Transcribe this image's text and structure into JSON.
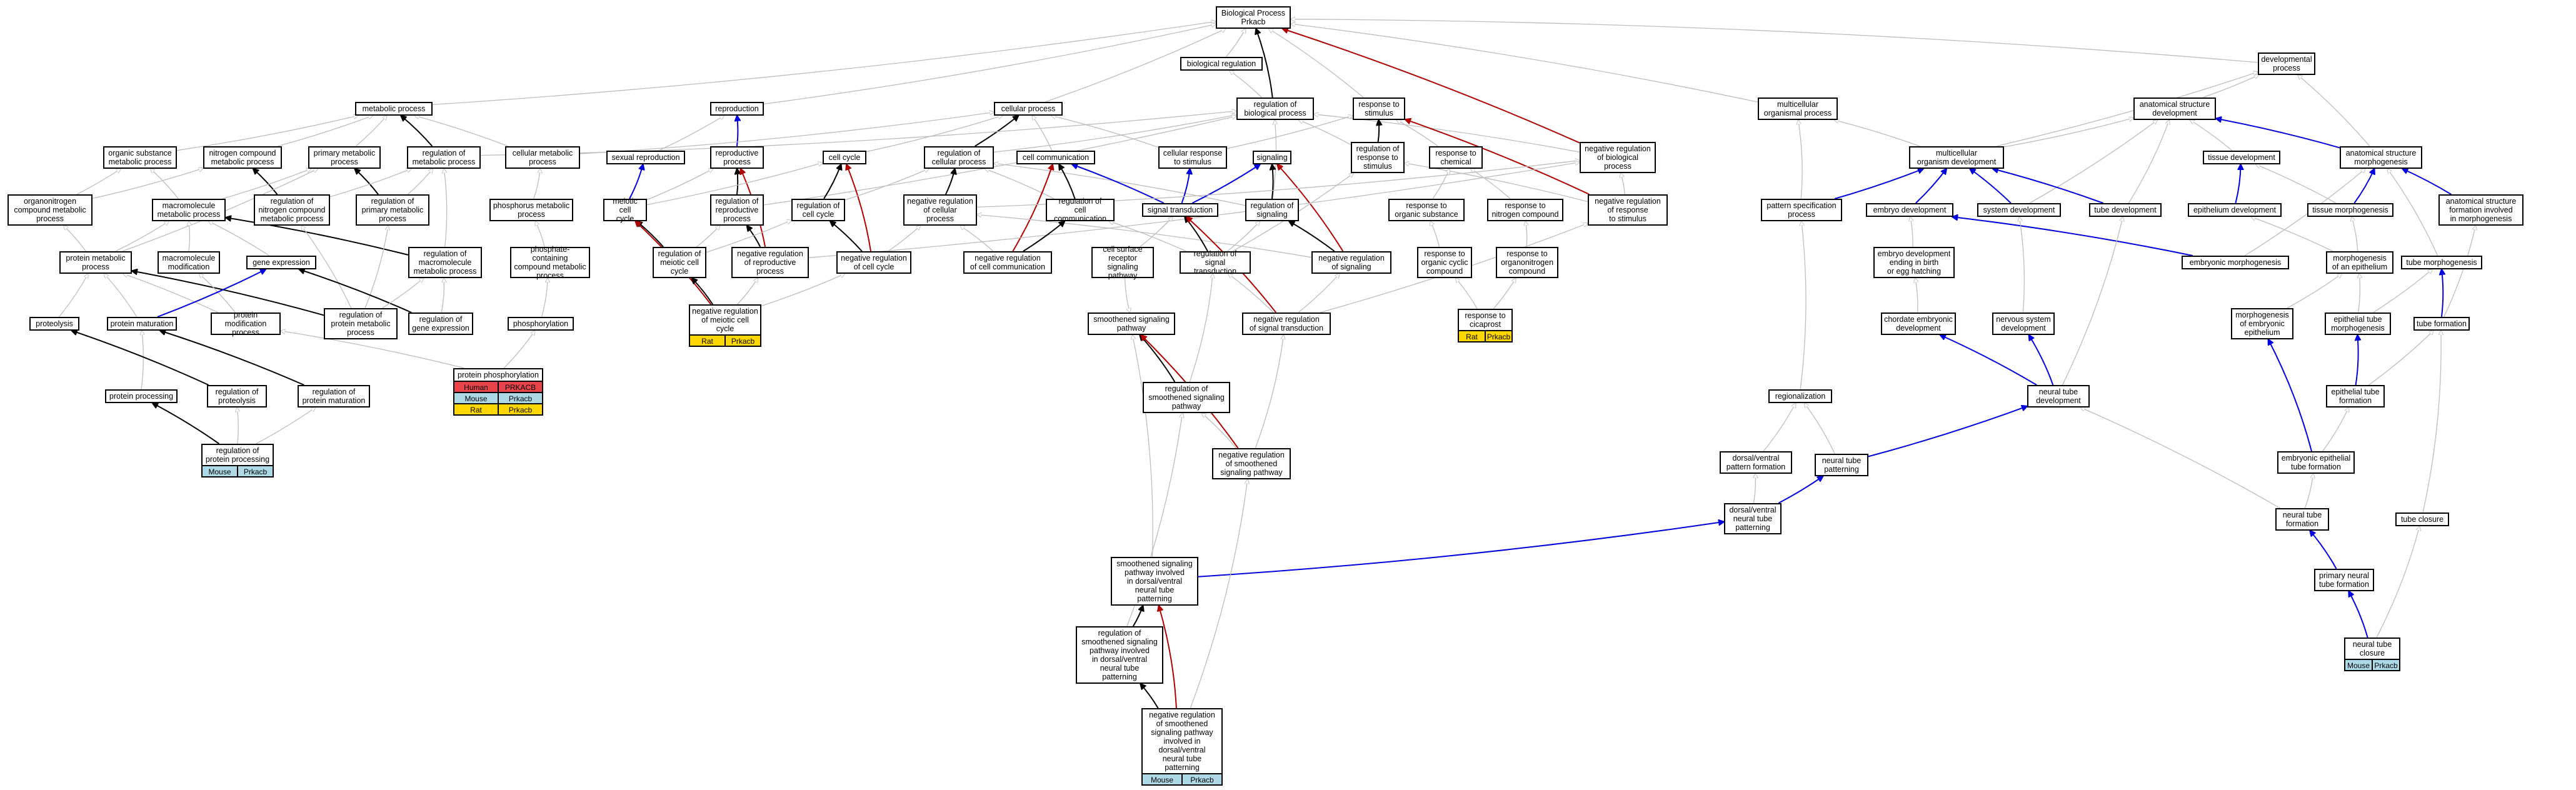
{
  "colors": {
    "gray": "#bdbdbd",
    "black": "#000000",
    "blue": "#0000dd",
    "red": "#b00000",
    "mouse": "#add8e6",
    "rat": "#ffd700",
    "human": "#e8444a"
  },
  "nodes": {
    "root": {
      "label": "Biological Process\nPrkacb"
    },
    "bioreg": {
      "label": "biological regulation"
    },
    "devproc": {
      "label": "developmental\nprocess"
    },
    "metab": {
      "label": "metabolic process"
    },
    "reprod": {
      "label": "reproduction"
    },
    "cellproc": {
      "label": "cellular process"
    },
    "regbio": {
      "label": "regulation of\nbiological process"
    },
    "respstim": {
      "label": "response to\nstimulus"
    },
    "multorg": {
      "label": "multicellular\norganismal process"
    },
    "anatdev": {
      "label": "anatomical structure\ndevelopment"
    },
    "orgsub": {
      "label": "organic substance\nmetabolic process"
    },
    "nitro": {
      "label": "nitrogen compound\nmetabolic process"
    },
    "primmet": {
      "label": "primary metabolic\nprocess"
    },
    "regmet": {
      "label": "regulation of\nmetabolic process"
    },
    "cellmet": {
      "label": "cellular metabolic\nprocess"
    },
    "sexrep": {
      "label": "sexual reproduction"
    },
    "repproc": {
      "label": "reproductive\nprocess"
    },
    "cellcycle": {
      "label": "cell cycle"
    },
    "regcellproc": {
      "label": "regulation of\ncellular process"
    },
    "cellcomm": {
      "label": "cell communication"
    },
    "cellresp": {
      "label": "cellular response\nto stimulus"
    },
    "signaling": {
      "label": "signaling"
    },
    "regrespstim": {
      "label": "regulation of\nresponse to\nstimulus"
    },
    "respchem": {
      "label": "response to\nchemical"
    },
    "negregbio": {
      "label": "negative regulation\nof biological\nprocess"
    },
    "multdev": {
      "label": "multicellular\norganism development"
    },
    "tissuedev": {
      "label": "tissue development"
    },
    "anatmorph": {
      "label": "anatomical structure\nmorphogenesis"
    },
    "orgnitro": {
      "label": "organonitrogen\ncompound metabolic\nprocess"
    },
    "macromet": {
      "label": "macromolecule\nmetabolic process"
    },
    "regnitro": {
      "label": "regulation of\nnitrogen compound\nmetabolic process"
    },
    "regprimmet": {
      "label": "regulation of\nprimary metabolic\nprocess"
    },
    "phosmet": {
      "label": "phosphorus metabolic\nprocess"
    },
    "meiotic": {
      "label": "meiotic cell\ncycle"
    },
    "regrepproc": {
      "label": "regulation of\nreproductive\nprocess"
    },
    "regcellcycle": {
      "label": "regulation of\ncell cycle"
    },
    "negregcellproc": {
      "label": "negative regulation\nof cellular\nprocess"
    },
    "regcellcomm": {
      "label": "regulation of\ncell communication"
    },
    "sigtrans": {
      "label": "signal transduction"
    },
    "regsig": {
      "label": "regulation of\nsignaling"
    },
    "resporgsub": {
      "label": "response to\norganic substance"
    },
    "respnitro": {
      "label": "response to\nnitrogen compound"
    },
    "negregresp": {
      "label": "negative regulation\nof response\nto stimulus"
    },
    "patspec": {
      "label": "pattern specification\nprocess"
    },
    "embdev": {
      "label": "embryo development"
    },
    "sysdev": {
      "label": "system development"
    },
    "tubedev": {
      "label": "tube development"
    },
    "epidev": {
      "label": "epithelium development"
    },
    "tissuemorph": {
      "label": "tissue morphogenesis"
    },
    "anatform": {
      "label": "anatomical structure\nformation involved\nin morphogenesis"
    },
    "protmet": {
      "label": "protein metabolic\nprocess"
    },
    "macromod": {
      "label": "macromolecule\nmodification"
    },
    "geneexp": {
      "label": "gene expression"
    },
    "regmacro": {
      "label": "regulation of\nmacromolecule\nmetabolic process"
    },
    "phoscont": {
      "label": "phosphate-containing\ncompound metabolic\nprocess"
    },
    "regmeiotic": {
      "label": "regulation of\nmeiotic cell\ncycle"
    },
    "negregrep": {
      "label": "negative regulation\nof reproductive\nprocess"
    },
    "negregcc": {
      "label": "negative regulation\nof cell cycle"
    },
    "negregcellcomm": {
      "label": "negative regulation\nof cell communication"
    },
    "cellsurf": {
      "label": "cell surface\nreceptor signaling\npathway"
    },
    "regsigtrans": {
      "label": "regulation of\nsignal transduction"
    },
    "negregsig": {
      "label": "negative regulation\nof signaling"
    },
    "respoc": {
      "label": "response to\norganic cyclic\ncompound"
    },
    "resporgnit": {
      "label": "response to\norganonitrogen\ncompound"
    },
    "embend": {
      "label": "embryo development\nending in birth\nor egg hatching"
    },
    "embmorph": {
      "label": "embryonic morphogenesis"
    },
    "morphepi": {
      "label": "morphogenesis\nof an epithelium"
    },
    "tubemorph": {
      "label": "tube morphogenesis"
    },
    "proteolysis": {
      "label": "proteolysis"
    },
    "protmat": {
      "label": "protein maturation"
    },
    "protmod": {
      "label": "protein modification\nprocess"
    },
    "regprotmet": {
      "label": "regulation of\nprotein metabolic\nprocess"
    },
    "reggeneexp": {
      "label": "regulation of\ngene expression"
    },
    "phosphorylation": {
      "label": "phosphorylation"
    },
    "negregmeiotic": {
      "label": "negative regulation\nof meiotic cell\ncycle"
    },
    "respcic": {
      "label": "response to\ncicaprost"
    },
    "smoothsig": {
      "label": "smoothened signaling\npathway"
    },
    "negregsigtrans": {
      "label": "negative regulation\nof signal transduction"
    },
    "chordate": {
      "label": "chordate embryonic\ndevelopment"
    },
    "nervous": {
      "label": "nervous system\ndevelopment"
    },
    "morphemb": {
      "label": "morphogenesis\nof embryonic\nepithelium"
    },
    "epitubemorph": {
      "label": "epithelial tube\nmorphogenesis"
    },
    "tubeform": {
      "label": "tube formation"
    },
    "protproc": {
      "label": "protein processing"
    },
    "regproteo": {
      "label": "regulation of\nproteolysis"
    },
    "regprotmat": {
      "label": "regulation of\nprotein maturation"
    },
    "protphos": {
      "label": "protein phosphorylation"
    },
    "regsmooth": {
      "label": "regulation of\nsmoothened signaling\npathway"
    },
    "neuraltubedev": {
      "label": "neural tube\ndevelopment"
    },
    "epitubeform": {
      "label": "epithelial tube\nformation"
    },
    "regionalization": {
      "label": "regionalization"
    },
    "regprotproc": {
      "label": "regulation of\nprotein processing"
    },
    "negregsmooth": {
      "label": "negative regulation\nof smoothened\nsignaling pathway"
    },
    "dvpattern": {
      "label": "dorsal/ventral\npattern formation"
    },
    "ntpattern": {
      "label": "neural tube\npatterning"
    },
    "embepitube": {
      "label": "embryonic epithelial\ntube formation"
    },
    "dvntpattern": {
      "label": "dorsal/ventral\nneural tube\npatterning"
    },
    "ntform": {
      "label": "neural tube\nformation"
    },
    "tubeclosure": {
      "label": "tube closure"
    },
    "smoothdv": {
      "label": "smoothened signaling\npathway involved\nin dorsal/ventral\nneural tube\npatterning"
    },
    "primneural": {
      "label": "primary neural\ntube formation"
    },
    "regsmoothdv": {
      "label": "regulation of\nsmoothened signaling\npathway involved\nin dorsal/ventral\nneural tube\npatterning"
    },
    "ntclosure": {
      "label": "neural tube\nclosure"
    },
    "negregsmoothdv": {
      "label": "negative regulation\nof smoothened\nsignaling pathway\ninvolved in\ndorsal/ventral\nneural tube\npatterning"
    }
  },
  "badges": {
    "negregmeiotic": [
      {
        "sp": "Rat",
        "gene": "Prkacb"
      }
    ],
    "respcic": [
      {
        "sp": "Rat",
        "gene": "Prkacb"
      }
    ],
    "regprotproc": [
      {
        "sp": "Mouse",
        "gene": "Prkacb"
      }
    ],
    "protphos": [
      {
        "sp": "Human",
        "gene": "PRKACB"
      },
      {
        "sp": "Mouse",
        "gene": "Prkacb"
      },
      {
        "sp": "Rat",
        "gene": "Prkacb"
      }
    ],
    "negregsmoothdv": [
      {
        "sp": "Mouse",
        "gene": "Prkacb"
      }
    ],
    "ntclosure": [
      {
        "sp": "Mouse",
        "gene": "Prkacb"
      }
    ]
  },
  "edges": [
    [
      "bioreg",
      "root",
      "g"
    ],
    [
      "devproc",
      "root",
      "g"
    ],
    [
      "metab",
      "root",
      "g"
    ],
    [
      "reprod",
      "root",
      "g"
    ],
    [
      "cellproc",
      "root",
      "g"
    ],
    [
      "regbio",
      "root",
      "k"
    ],
    [
      "respstim",
      "root",
      "g"
    ],
    [
      "multorg",
      "root",
      "g"
    ],
    [
      "negregbio",
      "root",
      "r"
    ],
    [
      "regbio",
      "bioreg",
      "g"
    ],
    [
      "anatdev",
      "devproc",
      "g"
    ],
    [
      "multdev",
      "devproc",
      "g"
    ],
    [
      "anatmorph",
      "devproc",
      "g"
    ],
    [
      "orgsub",
      "metab",
      "g"
    ],
    [
      "nitro",
      "metab",
      "g"
    ],
    [
      "primmet",
      "metab",
      "g"
    ],
    [
      "regmet",
      "metab",
      "k"
    ],
    [
      "cellmet",
      "metab",
      "g"
    ],
    [
      "sexrep",
      "reprod",
      "g"
    ],
    [
      "repproc",
      "reprod",
      "b"
    ],
    [
      "cellcycle",
      "cellproc",
      "g"
    ],
    [
      "regcellproc",
      "cellproc",
      "k"
    ],
    [
      "cellcomm",
      "cellproc",
      "g"
    ],
    [
      "cellresp",
      "cellproc",
      "g"
    ],
    [
      "cellmet",
      "cellproc",
      "g"
    ],
    [
      "regmet",
      "regbio",
      "g"
    ],
    [
      "regcellproc",
      "regbio",
      "g"
    ],
    [
      "regsig",
      "regbio",
      "g"
    ],
    [
      "regrespstim",
      "regbio",
      "g"
    ],
    [
      "negregbio",
      "regbio",
      "g"
    ],
    [
      "regrepproc",
      "regbio",
      "g"
    ],
    [
      "cellresp",
      "respstim",
      "g"
    ],
    [
      "regrespstim",
      "respstim",
      "k"
    ],
    [
      "respchem",
      "respstim",
      "g"
    ],
    [
      "negregresp",
      "respstim",
      "r"
    ],
    [
      "multdev",
      "multorg",
      "g"
    ],
    [
      "patspec",
      "multorg",
      "g"
    ],
    [
      "multdev",
      "anatdev",
      "g"
    ],
    [
      "tissuedev",
      "anatdev",
      "g"
    ],
    [
      "anatmorph",
      "anatdev",
      "b"
    ],
    [
      "tubedev",
      "anatdev",
      "g"
    ],
    [
      "sysdev",
      "anatdev",
      "g"
    ],
    [
      "orgnitro",
      "orgsub",
      "g"
    ],
    [
      "macromet",
      "orgsub",
      "g"
    ],
    [
      "orgnitro",
      "nitro",
      "g"
    ],
    [
      "regnitro",
      "nitro",
      "k"
    ],
    [
      "protmet",
      "primmet",
      "g"
    ],
    [
      "regprimmet",
      "primmet",
      "k"
    ],
    [
      "macromet",
      "primmet",
      "g"
    ],
    [
      "regnitro",
      "regmet",
      "g"
    ],
    [
      "regprimmet",
      "regmet",
      "g"
    ],
    [
      "regmacro",
      "regmet",
      "g"
    ],
    [
      "phosmet",
      "cellmet",
      "g"
    ],
    [
      "meiotic",
      "sexrep",
      "b"
    ],
    [
      "meiotic",
      "repproc",
      "g"
    ],
    [
      "regrepproc",
      "repproc",
      "k"
    ],
    [
      "negregrep",
      "repproc",
      "r"
    ],
    [
      "meiotic",
      "cellcycle",
      "g"
    ],
    [
      "regcellcycle",
      "cellcycle",
      "k"
    ],
    [
      "negregcc",
      "cellcycle",
      "r"
    ],
    [
      "regcellcycle",
      "regcellproc",
      "g"
    ],
    [
      "negregcellproc",
      "regcellproc",
      "k"
    ],
    [
      "regcellcomm",
      "regcellproc",
      "g"
    ],
    [
      "regsig",
      "regcellproc",
      "g"
    ],
    [
      "sigtrans",
      "cellcomm",
      "b"
    ],
    [
      "regcellcomm",
      "cellcomm",
      "k"
    ],
    [
      "negregcellcomm",
      "cellcomm",
      "r"
    ],
    [
      "sigtrans",
      "cellresp",
      "b"
    ],
    [
      "sigtrans",
      "signaling",
      "b"
    ],
    [
      "regsig",
      "signaling",
      "k"
    ],
    [
      "negregsig",
      "signaling",
      "r"
    ],
    [
      "negregresp",
      "regrespstim",
      "g"
    ],
    [
      "regsigtrans",
      "regrespstim",
      "g"
    ],
    [
      "resporgsub",
      "respchem",
      "g"
    ],
    [
      "respnitro",
      "respchem",
      "g"
    ],
    [
      "negregcellproc",
      "negregbio",
      "g"
    ],
    [
      "negregresp",
      "negregbio",
      "g"
    ],
    [
      "negregrep",
      "negregbio",
      "g"
    ],
    [
      "embdev",
      "multdev",
      "b"
    ],
    [
      "sysdev",
      "multdev",
      "b"
    ],
    [
      "tubedev",
      "multdev",
      "b"
    ],
    [
      "patspec",
      "multdev",
      "b"
    ],
    [
      "epidev",
      "tissuedev",
      "b"
    ],
    [
      "tissuemorph",
      "tissuedev",
      "g"
    ],
    [
      "anatform",
      "anatmorph",
      "b"
    ],
    [
      "tissuemorph",
      "anatmorph",
      "b"
    ],
    [
      "embmorph",
      "anatmorph",
      "g"
    ],
    [
      "tubemorph",
      "anatmorph",
      "g"
    ],
    [
      "protmet",
      "orgnitro",
      "g"
    ],
    [
      "protmet",
      "macromet",
      "g"
    ],
    [
      "macromod",
      "macromet",
      "g"
    ],
    [
      "geneexp",
      "macromet",
      "g"
    ],
    [
      "regmacro",
      "macromet",
      "k"
    ],
    [
      "regprotmet",
      "regnitro",
      "g"
    ],
    [
      "regprotmet",
      "regprimmet",
      "g"
    ],
    [
      "phoscont",
      "phosmet",
      "g"
    ],
    [
      "regmeiotic",
      "meiotic",
      "k"
    ],
    [
      "negregmeiotic",
      "meiotic",
      "r"
    ],
    [
      "regmeiotic",
      "regrepproc",
      "g"
    ],
    [
      "negregrep",
      "regrepproc",
      "k"
    ],
    [
      "regmeiotic",
      "regcellcycle",
      "g"
    ],
    [
      "negregcc",
      "regcellcycle",
      "k"
    ],
    [
      "negregcc",
      "negregcellproc",
      "g"
    ],
    [
      "negregcellcomm",
      "negregcellproc",
      "g"
    ],
    [
      "negregsig",
      "negregcellproc",
      "g"
    ],
    [
      "negregcellcomm",
      "regcellcomm",
      "k"
    ],
    [
      "regsigtrans",
      "regcellcomm",
      "g"
    ],
    [
      "cellsurf",
      "sigtrans",
      "g"
    ],
    [
      "regsigtrans",
      "sigtrans",
      "k"
    ],
    [
      "negregsigtrans",
      "sigtrans",
      "r"
    ],
    [
      "regsigtrans",
      "regsig",
      "g"
    ],
    [
      "negregsig",
      "regsig",
      "k"
    ],
    [
      "respoc",
      "resporgsub",
      "g"
    ],
    [
      "resporgnit",
      "respnitro",
      "g"
    ],
    [
      "negregsigtrans",
      "negregresp",
      "g"
    ],
    [
      "regionalization",
      "patspec",
      "g"
    ],
    [
      "embend",
      "embdev",
      "g"
    ],
    [
      "embmorph",
      "embdev",
      "b"
    ],
    [
      "nervous",
      "sysdev",
      "g"
    ],
    [
      "neuraltubedev",
      "tubedev",
      "g"
    ],
    [
      "morphepi",
      "epidev",
      "g"
    ],
    [
      "morphepi",
      "tissuemorph",
      "g"
    ],
    [
      "tubeform",
      "anatform",
      "g"
    ],
    [
      "tubeform",
      "tubemorph",
      "b"
    ],
    [
      "protmat",
      "protmet",
      "g"
    ],
    [
      "proteolysis",
      "protmet",
      "g"
    ],
    [
      "protmod",
      "protmet",
      "g"
    ],
    [
      "regprotmet",
      "protmet",
      "k"
    ],
    [
      "protmod",
      "macromod",
      "g"
    ],
    [
      "reggeneexp",
      "geneexp",
      "k"
    ],
    [
      "protmat",
      "geneexp",
      "b"
    ],
    [
      "regprotmet",
      "regmacro",
      "g"
    ],
    [
      "reggeneexp",
      "regmacro",
      "g"
    ],
    [
      "phosphorylation",
      "phoscont",
      "g"
    ],
    [
      "negregmeiotic",
      "regmeiotic",
      "k"
    ],
    [
      "negregmeiotic",
      "negregrep",
      "g"
    ],
    [
      "negregmeiotic",
      "negregcc",
      "g"
    ],
    [
      "cellsurf",
      "smoothsig",
      "g"
    ],
    [
      "negregsigtrans",
      "regsigtrans",
      "g"
    ],
    [
      "negregsigtrans",
      "negregsig",
      "g"
    ],
    [
      "respcic",
      "respoc",
      "g"
    ],
    [
      "respcic",
      "resporgnit",
      "g"
    ],
    [
      "chordate",
      "embend",
      "g"
    ],
    [
      "morphemb",
      "morphepi",
      "g"
    ],
    [
      "epitubemorph",
      "morphepi",
      "g"
    ],
    [
      "epitubemorph",
      "tubemorph",
      "g"
    ],
    [
      "protproc",
      "protmat",
      "g"
    ],
    [
      "regprotmat",
      "protmat",
      "k"
    ],
    [
      "regproteo",
      "proteolysis",
      "k"
    ],
    [
      "protphos",
      "protmod",
      "g"
    ],
    [
      "protphos",
      "phosphorylation",
      "g"
    ],
    [
      "regsmooth",
      "smoothsig",
      "k"
    ],
    [
      "negregsmooth",
      "smoothsig",
      "r"
    ],
    [
      "neuraltubedev",
      "chordate",
      "b"
    ],
    [
      "neuraltubedev",
      "nervous",
      "b"
    ],
    [
      "embepitube",
      "morphemb",
      "b"
    ],
    [
      "epitubeform",
      "epitubemorph",
      "b"
    ],
    [
      "epitubeform",
      "tubeform",
      "g"
    ],
    [
      "regprotproc",
      "protproc",
      "k"
    ],
    [
      "regprotproc",
      "regproteo",
      "g"
    ],
    [
      "regprotproc",
      "regprotmat",
      "g"
    ],
    [
      "regsmooth",
      "regsigtrans",
      "g"
    ],
    [
      "negregsmooth",
      "negregsigtrans",
      "g"
    ],
    [
      "negregsmooth",
      "regsmooth",
      "g"
    ],
    [
      "ntpattern",
      "neuraltubedev",
      "b"
    ],
    [
      "ntform",
      "neuraltubedev",
      "g"
    ],
    [
      "dvpattern",
      "regionalization",
      "g"
    ],
    [
      "ntpattern",
      "regionalization",
      "g"
    ],
    [
      "embepitube",
      "epitubeform",
      "g"
    ],
    [
      "dvntpattern",
      "dvpattern",
      "g"
    ],
    [
      "dvntpattern",
      "ntpattern",
      "b"
    ],
    [
      "ntform",
      "embepitube",
      "g"
    ],
    [
      "primneural",
      "ntform",
      "b"
    ],
    [
      "smoothdv",
      "dvntpattern",
      "b"
    ],
    [
      "smoothdv",
      "smoothsig",
      "g"
    ],
    [
      "ntclosure",
      "primneural",
      "b"
    ],
    [
      "ntclosure",
      "tubeclosure",
      "g"
    ],
    [
      "regsmoothdv",
      "smoothdv",
      "k"
    ],
    [
      "regsmoothdv",
      "regsmooth",
      "g"
    ],
    [
      "negregsmoothdv",
      "regsmoothdv",
      "k"
    ],
    [
      "negregsmoothdv",
      "smoothdv",
      "r"
    ],
    [
      "negregsmoothdv",
      "negregsmooth",
      "g"
    ],
    [
      "tubeclosure",
      "tubeform",
      "g"
    ]
  ]
}
